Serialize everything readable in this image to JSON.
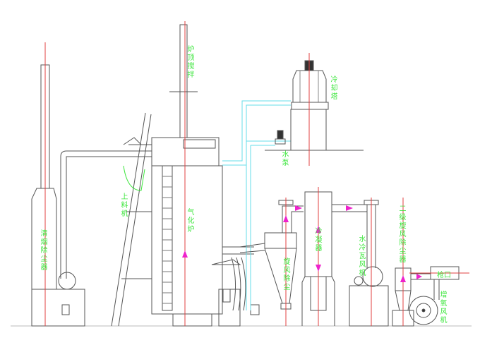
{
  "diagram": {
    "labels": {
      "furnace_top_stirring": "炉顶搅拌",
      "cooling_tower": "冷却塔",
      "water_pump": "水泵",
      "smoke_dust_remover": "清烟除尘器",
      "feeder": "上料机",
      "gasifier": "气化炉",
      "cyclone_dust_remover": "旋风除尘",
      "condenser": "冷凝器",
      "water_cooled_fan": "水冷瓦风机",
      "secondary_cyclone": "二级旋风除尘器",
      "burner_outlet": "枪口",
      "oxygen_booster_fan": "增氧风机"
    },
    "colors": {
      "line": "#555555",
      "centerline": "#e04040",
      "water": "#66dde8",
      "flow_arrow": "#ee22cc",
      "label": "#3ee63e"
    }
  }
}
